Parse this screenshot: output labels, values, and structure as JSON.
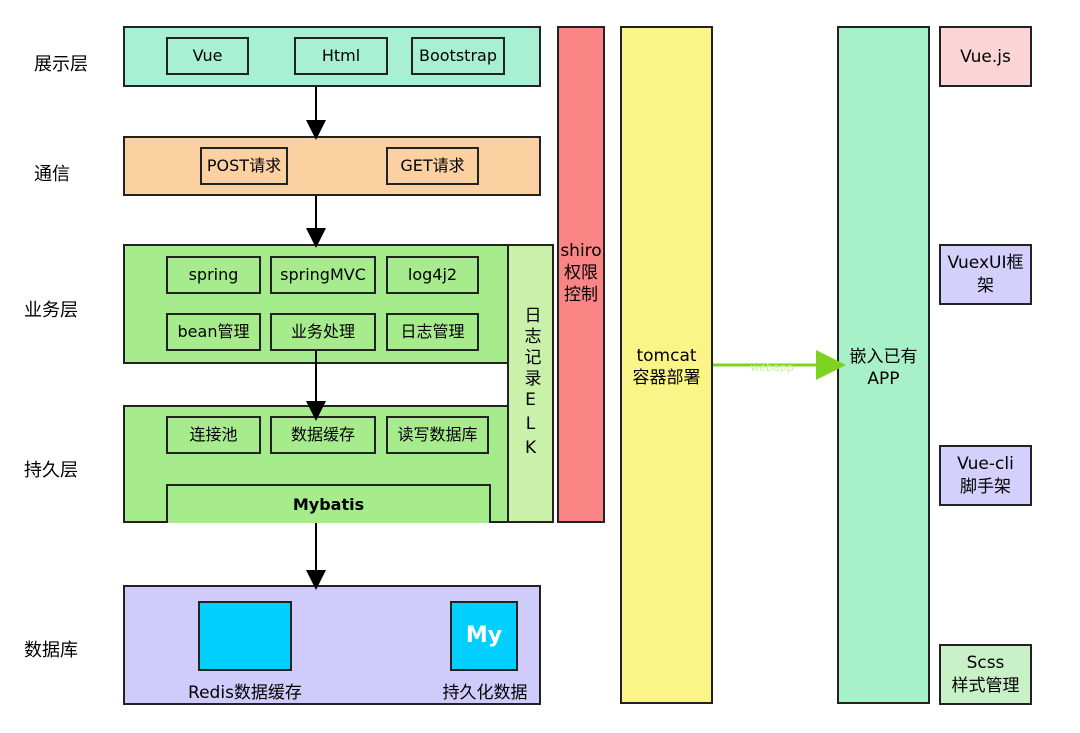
{
  "row_labels": {
    "display": "展示层",
    "communication": "通信",
    "business": "业务层",
    "persistence": "持久层",
    "database": "数据库"
  },
  "display_layer": {
    "items": [
      "Vue",
      "Html",
      "Bootstrap"
    ]
  },
  "communication_layer": {
    "items": [
      "POST请求",
      "GET请求"
    ]
  },
  "business_layer": {
    "items": [
      "spring",
      "springMVC",
      "log4j2",
      "bean管理",
      "业务处理",
      "日志管理"
    ]
  },
  "persistence_layer": {
    "items": [
      "连接池",
      "数据缓存",
      "读写数据库"
    ],
    "mybatis": "Mybatis"
  },
  "database_layer": {
    "redis_label": "Redis数据缓存",
    "mysql_icon_text": "My",
    "mysql_label": "持久化数据"
  },
  "log_column": {
    "text": "日志记录ELK"
  },
  "shiro_column": {
    "line1": "shiro",
    "line2": "权限",
    "line3": "控制"
  },
  "tomcat_column": {
    "line1": "tomcat",
    "line2": "容器部署"
  },
  "connector_label": "webapp",
  "app_column": {
    "line1": "嵌入已有",
    "line2": "APP"
  },
  "side_boxes": {
    "vuejs": "Vue.js",
    "vuexui_line1": "VuexUI框",
    "vuexui_line2": "架",
    "vuecli_line1": "Vue-cli",
    "vuecli_line2": "脚手架",
    "scss_line1": "Scss",
    "scss_line2": "样式管理"
  },
  "colors": {
    "display_bg": "#a8f0d4",
    "comm_bg": "#fbd1a2",
    "business_bg": "#a6ec8c",
    "log_bg": "#c9f1a9",
    "shiro_bg": "#fb8585",
    "tomcat_bg": "#fbf587",
    "app_bg": "#a8f0c8",
    "db_bg": "#cfccfb",
    "cyan": "#00cfff",
    "pink": "#fbd5d5",
    "lavender": "#d3d0fb",
    "mint": "#c8f1c8",
    "arrow_green": "#7ed321"
  }
}
